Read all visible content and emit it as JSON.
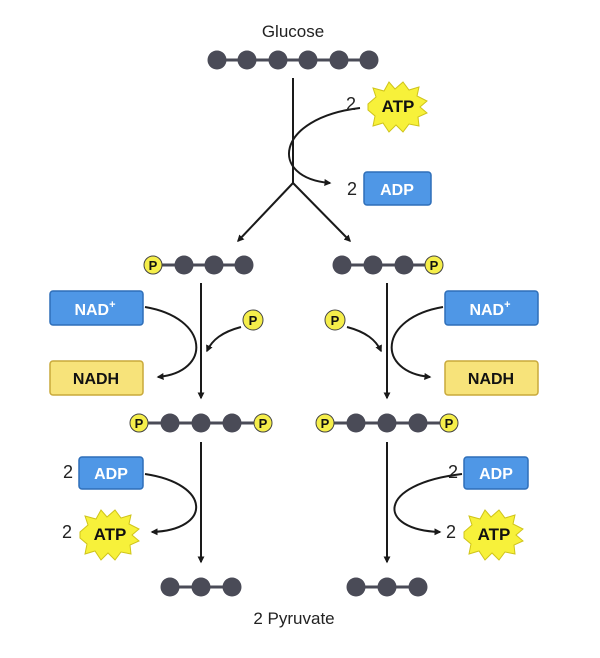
{
  "labels": {
    "glucose": "Glucose",
    "pyruvate": "2 Pyruvate",
    "two": "2",
    "atp": "ATP",
    "adp": "ADP",
    "nad": "NAD",
    "nad_sup": "+",
    "nadh": "NADH",
    "phosphate": "P"
  },
  "colors": {
    "carbon": "#4a4b57",
    "phosphate_fill": "#f5ee4a",
    "adp_fill": "#4f97e6",
    "adp_stroke": "#2f6fb9",
    "nadh_fill": "#f7e37a",
    "nadh_stroke": "#c9a93a",
    "atp_star": "#f7f13a",
    "atp_star_stroke": "#cfc41a",
    "arrow": "#1a1a1a"
  }
}
